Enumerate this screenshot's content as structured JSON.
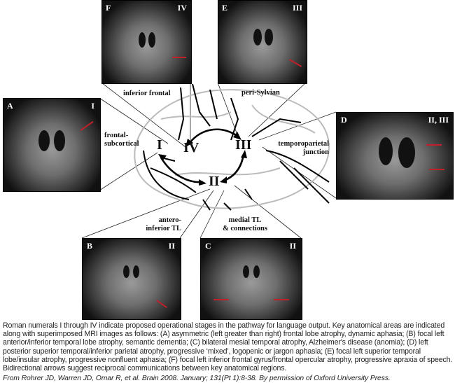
{
  "panels": {
    "A": {
      "letter": "A",
      "stage": "I"
    },
    "B": {
      "letter": "B",
      "stage": "II"
    },
    "C": {
      "letter": "C",
      "stage": "II"
    },
    "D": {
      "letter": "D",
      "stage": "II, III"
    },
    "E": {
      "letter": "E",
      "stage": "III"
    },
    "F": {
      "letter": "F",
      "stage": "IV"
    }
  },
  "region_labels": {
    "inferior_frontal": "inferior frontal",
    "peri_sylvian": "peri-Sylvian",
    "frontal_subcortical_1": "frontal-",
    "frontal_subcortical_2": "subcortical",
    "temporoparietal_1": "temporoparietal",
    "temporoparietal_2": "junction",
    "antero_inferior_1": "antero-",
    "antero_inferior_2": "inferior TL",
    "medial_tl_1": "medial TL",
    "medial_tl_2": "& connections"
  },
  "stages": {
    "i": "I",
    "ii": "II",
    "iii": "III",
    "iv": "IV"
  },
  "caption": "Roman numerals I through IV indicate proposed operational stages in the pathway for language output.  Key anatomical areas are indicated along with superimposed MRI images as follows: (A) asymmetric (left greater than right) frontal lobe atrophy, dynamic aphasia; (B) focal left anterior/inferior temporal lobe atrophy, semantic dementia; (C) bilateral mesial temporal atrophy, Alzheimer's disease (anomia); (D) left posterior superior temporal/inferior parietal atrophy, progressive ‘mixed’, logopenic or jargon aphasia; (E) focal left superior temporal lobe/insular atrophy, progressive nonfluent aphasia; (F) focal left inferior frontal gyrus/frontal opercular atrophy, progressive apraxia of speech.  Bidirectional arrows suggest reciprocal communications between key anatomical regions.",
  "citation": "From Rohrer JD, Warren JD, Omar R, et al. Brain 2008. January; 131(Pt 1):8-38. By permission of Oxford University Press.",
  "colors": {
    "arrow": "#c0202a"
  }
}
